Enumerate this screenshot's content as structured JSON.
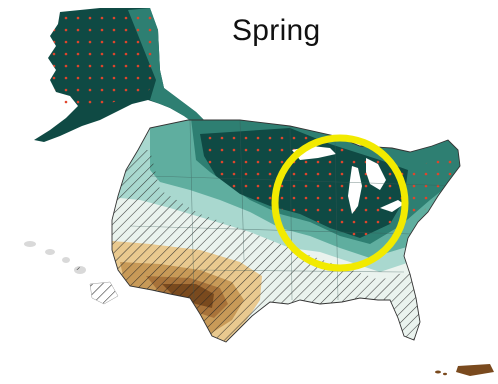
{
  "title": "Spring",
  "colors": {
    "wettest": "#0f4a44",
    "wetter": "#2e7f72",
    "wet": "#5fae9f",
    "slightly_wet": "#a9d8cf",
    "neutral": "#eaf3ee",
    "slightly_dry": "#e9c98f",
    "dry": "#c89a58",
    "drier": "#a8733a",
    "driest": "#7a4a1e",
    "dots": "#e0452c",
    "highlight_circle": "#f2ea00",
    "hatch": "#222222"
  },
  "legend": [],
  "regions": [
    "alaska",
    "contiguous-us",
    "hawaii",
    "puerto-rico"
  ]
}
